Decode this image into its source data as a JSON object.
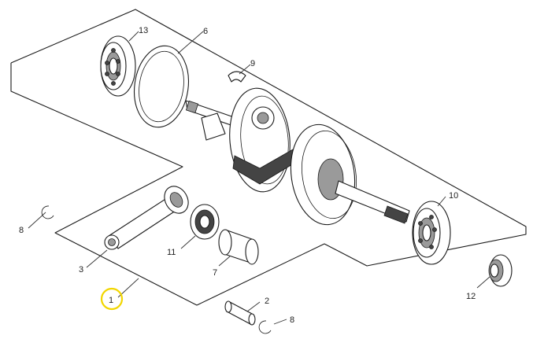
{
  "callouts": {
    "c1": "1",
    "c2": "2",
    "c3": "3",
    "c6": "6",
    "c7": "7",
    "c8a": "8",
    "c8b": "8",
    "c9": "9",
    "c10": "10",
    "c11": "11",
    "c12": "12",
    "c13": "13"
  },
  "highlight": {
    "callout": "1",
    "color": "#f2d600"
  },
  "colors": {
    "line": "#1a1a1a",
    "shade": "#9a9a9a",
    "background": "#ffffff"
  }
}
